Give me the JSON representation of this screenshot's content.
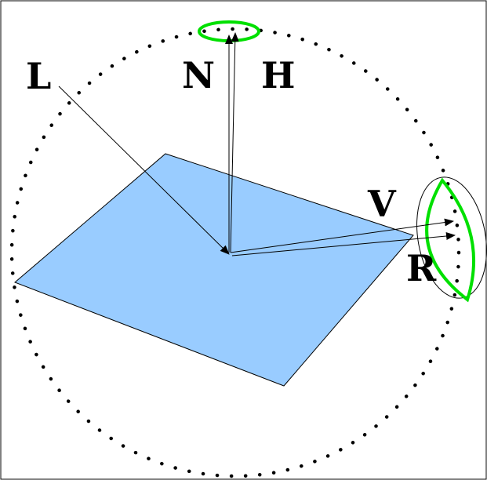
{
  "labels": {
    "light": "L",
    "normal": "N",
    "halfway": "H",
    "view": "V",
    "reflection": "R"
  },
  "colors": {
    "plane_fill": "#99CCFF",
    "highlight": "#00E000",
    "ink": "#000000",
    "background": "#FFFFFF"
  }
}
